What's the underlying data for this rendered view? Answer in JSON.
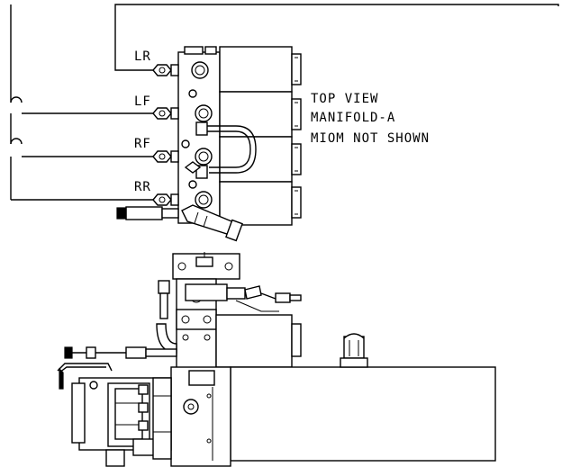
{
  "labels": {
    "lr": "LR",
    "lf": "LF",
    "rf": "RF",
    "rr": "RR"
  },
  "notes": {
    "line1": "TOP VIEW",
    "line2": "MANIFOLD-A",
    "line3": "MIOM NOT SHOWN"
  }
}
